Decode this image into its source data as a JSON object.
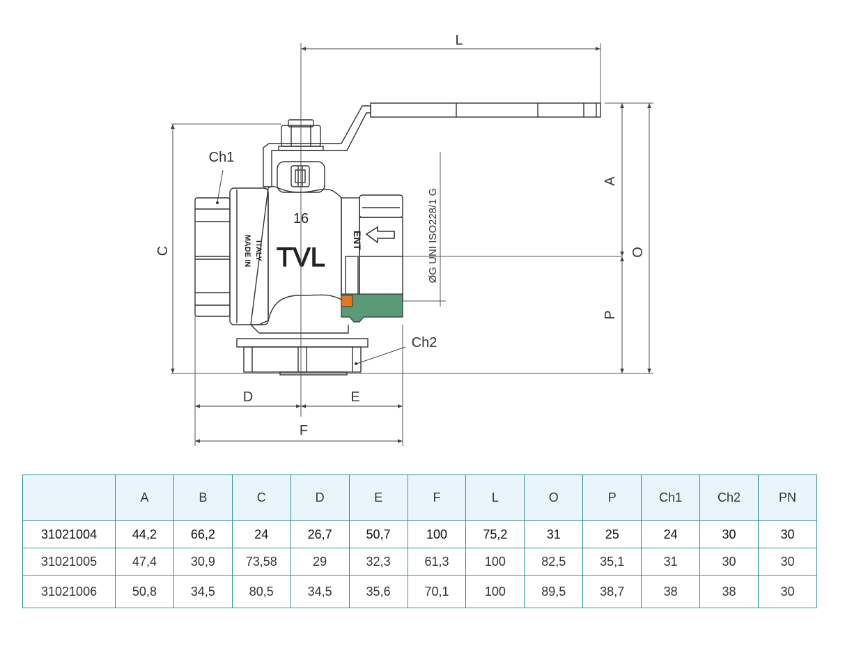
{
  "drawing": {
    "dims": {
      "L": "L",
      "A": "A",
      "O": "O",
      "P": "P",
      "C": "C",
      "D": "D",
      "E": "E",
      "F": "F",
      "Ch1": "Ch1",
      "Ch2": "Ch2"
    },
    "thread_spec": "ØG UNI ISO228/1 G",
    "body_marks": {
      "size": "16",
      "brand": "TVL",
      "made_in_1": "MADE IN",
      "made_in_2": "ITALY",
      "side_mark": "ENT"
    },
    "colors": {
      "line": "#333333",
      "dim_line": "#444444",
      "green_section": "#5b9a77",
      "orange_plug": "#e07a1f"
    }
  },
  "table": {
    "headers": [
      "",
      "A",
      "B",
      "C",
      "D",
      "E",
      "F",
      "L",
      "O",
      "P",
      "Ch1",
      "Ch2",
      "PN"
    ],
    "rows": [
      [
        "31021004",
        "44,2",
        "66,2",
        "24",
        "26,7",
        "50,7",
        "100",
        "75,2",
        "31",
        "25",
        "24",
        "30",
        "30"
      ],
      [
        "31021005",
        "47,4",
        "30,9",
        "73,58",
        "29",
        "32,3",
        "61,3",
        "100",
        "82,5",
        "35,1",
        "31",
        "30",
        "30"
      ],
      [
        "31021006",
        "50,8",
        "34,5",
        "80,5",
        "34,5",
        "35,6",
        "70,1",
        "100",
        "89,5",
        "38,7",
        "38",
        "38",
        "30"
      ]
    ],
    "colors": {
      "border": "#2f8f95",
      "header_bg": "#eaf5fb"
    }
  }
}
